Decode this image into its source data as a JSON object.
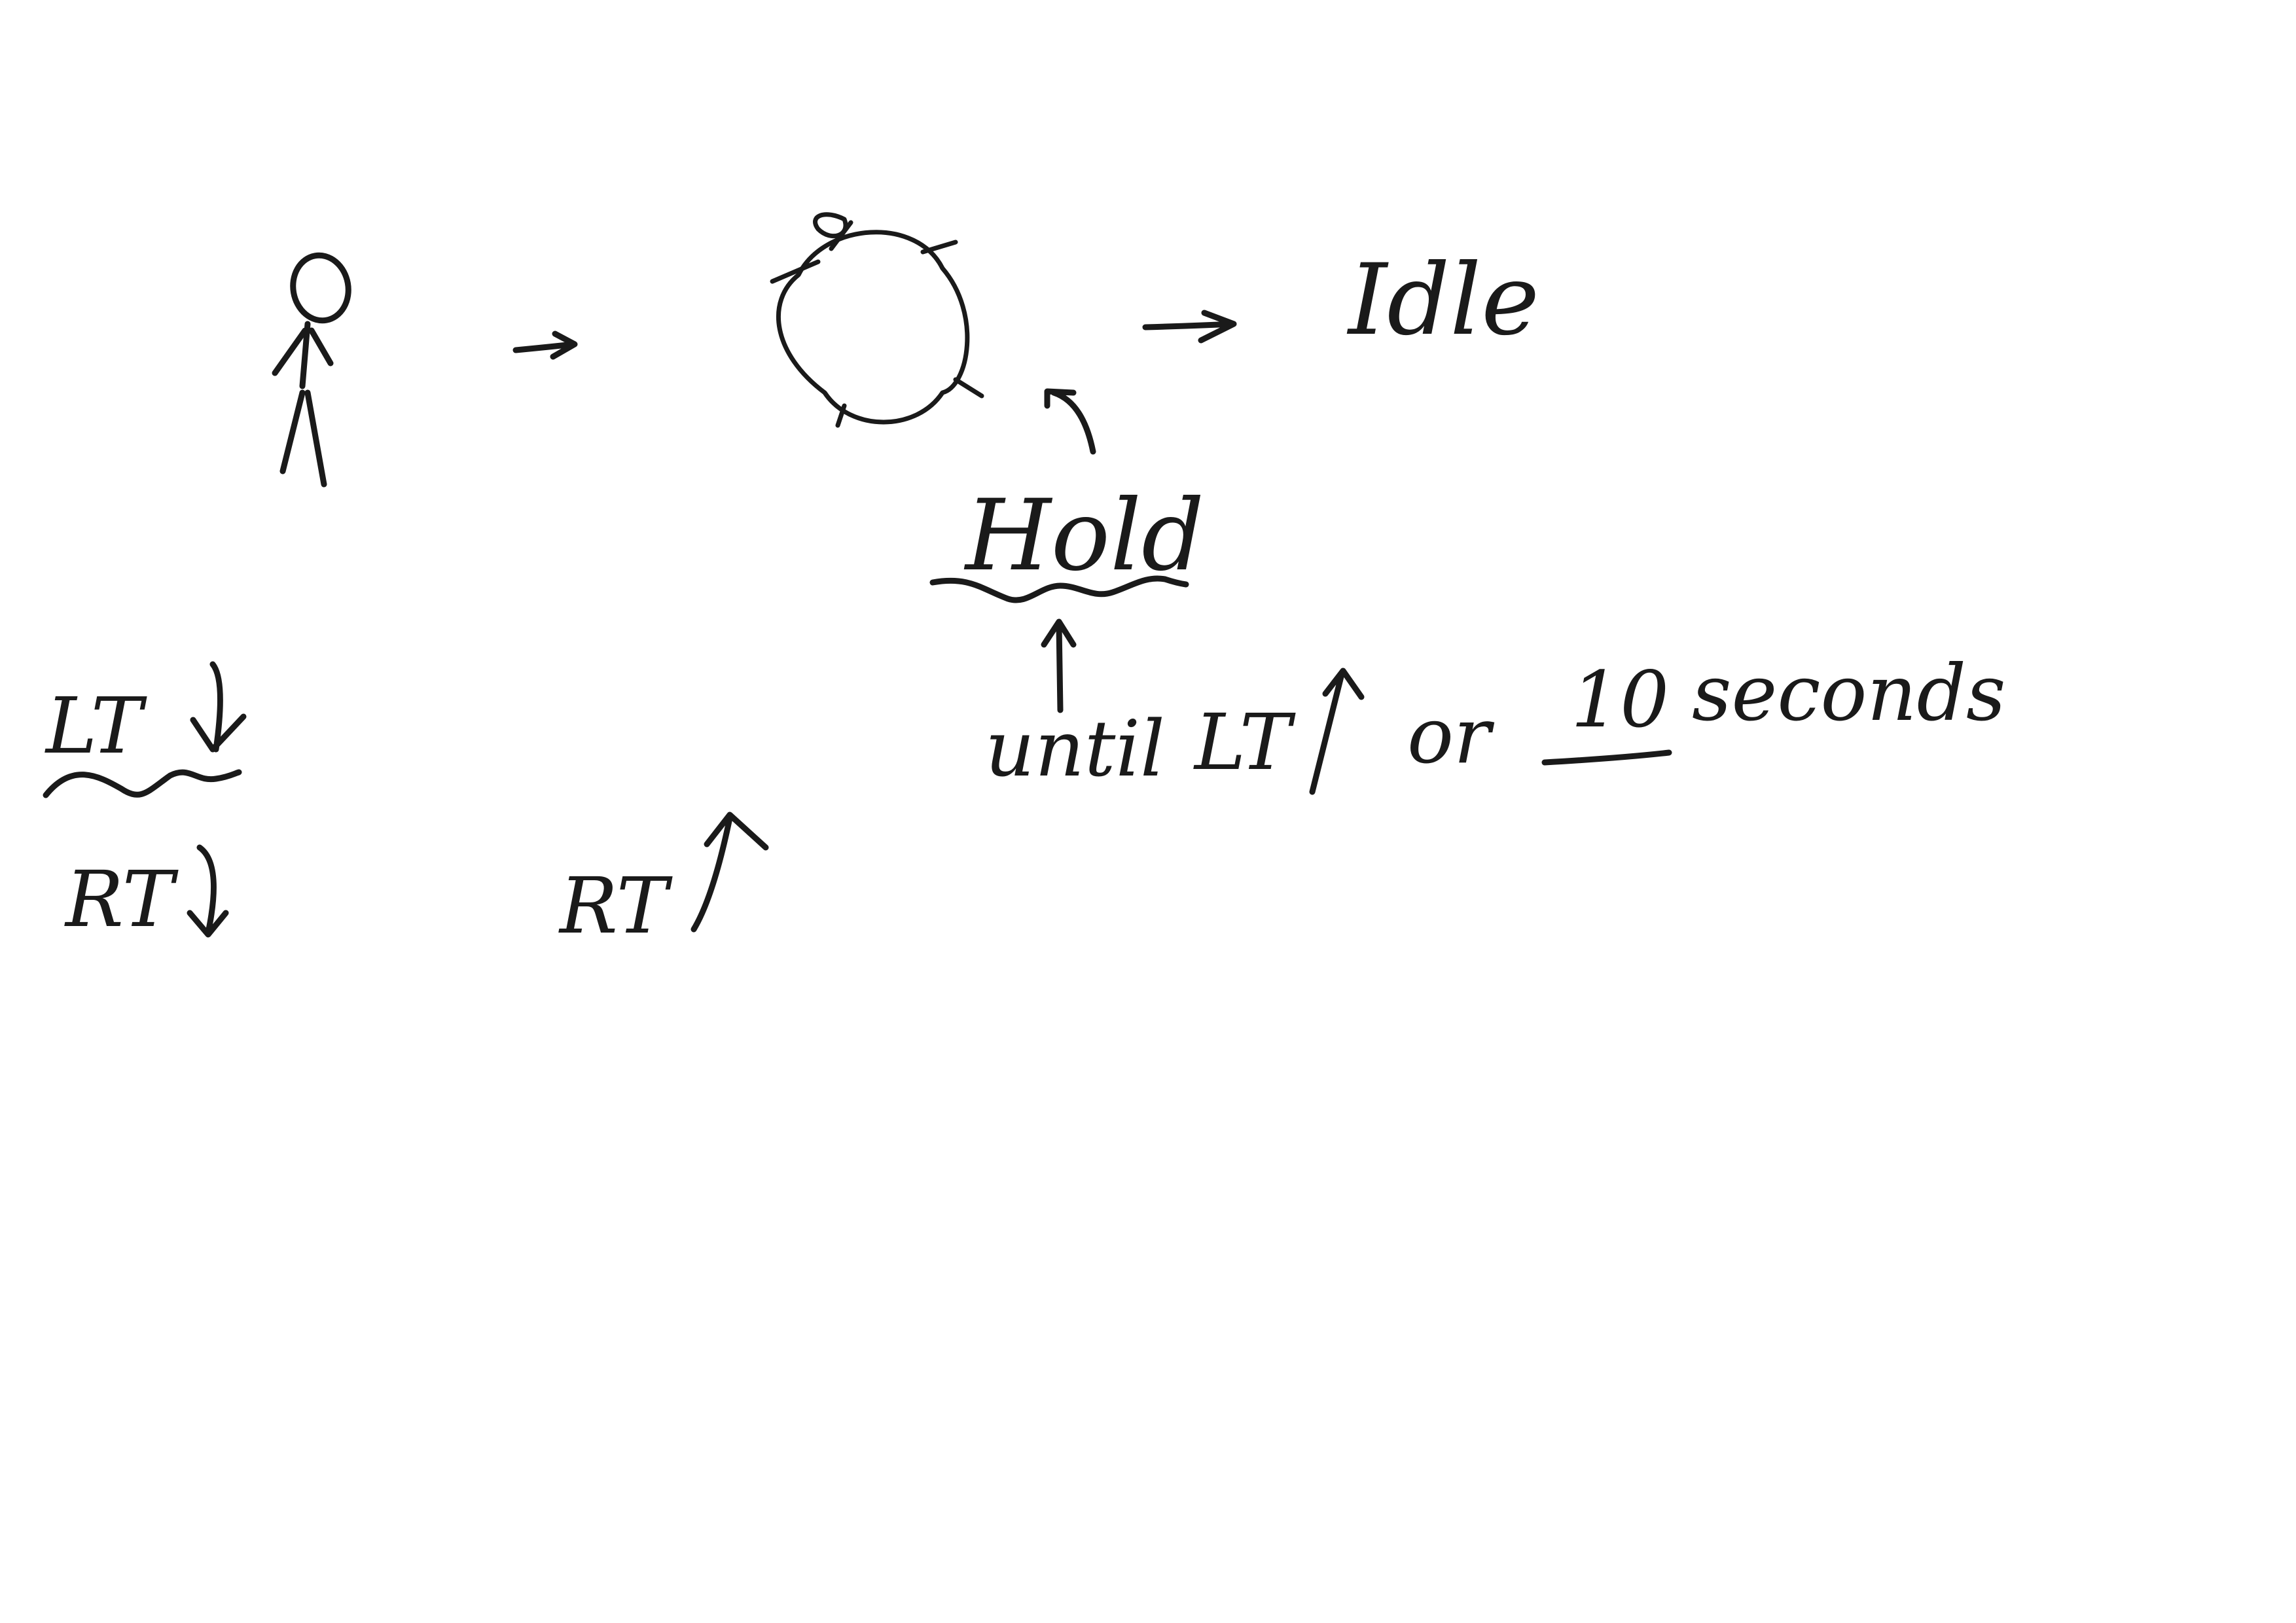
{
  "labels": {
    "idle": "Idle",
    "hold": "Hold",
    "until": "until",
    "lt_up": "LT",
    "or": "or",
    "ten": "10",
    "seconds": "seconds",
    "lt_down": "LT",
    "rt_down": "RT",
    "rt_up": "RT"
  },
  "icons": {
    "figure": "stick-figure-icon",
    "cycle": "cycle-circle-icon"
  },
  "colors": {
    "ink": "#1a1a1a",
    "background": "#ffffff"
  }
}
